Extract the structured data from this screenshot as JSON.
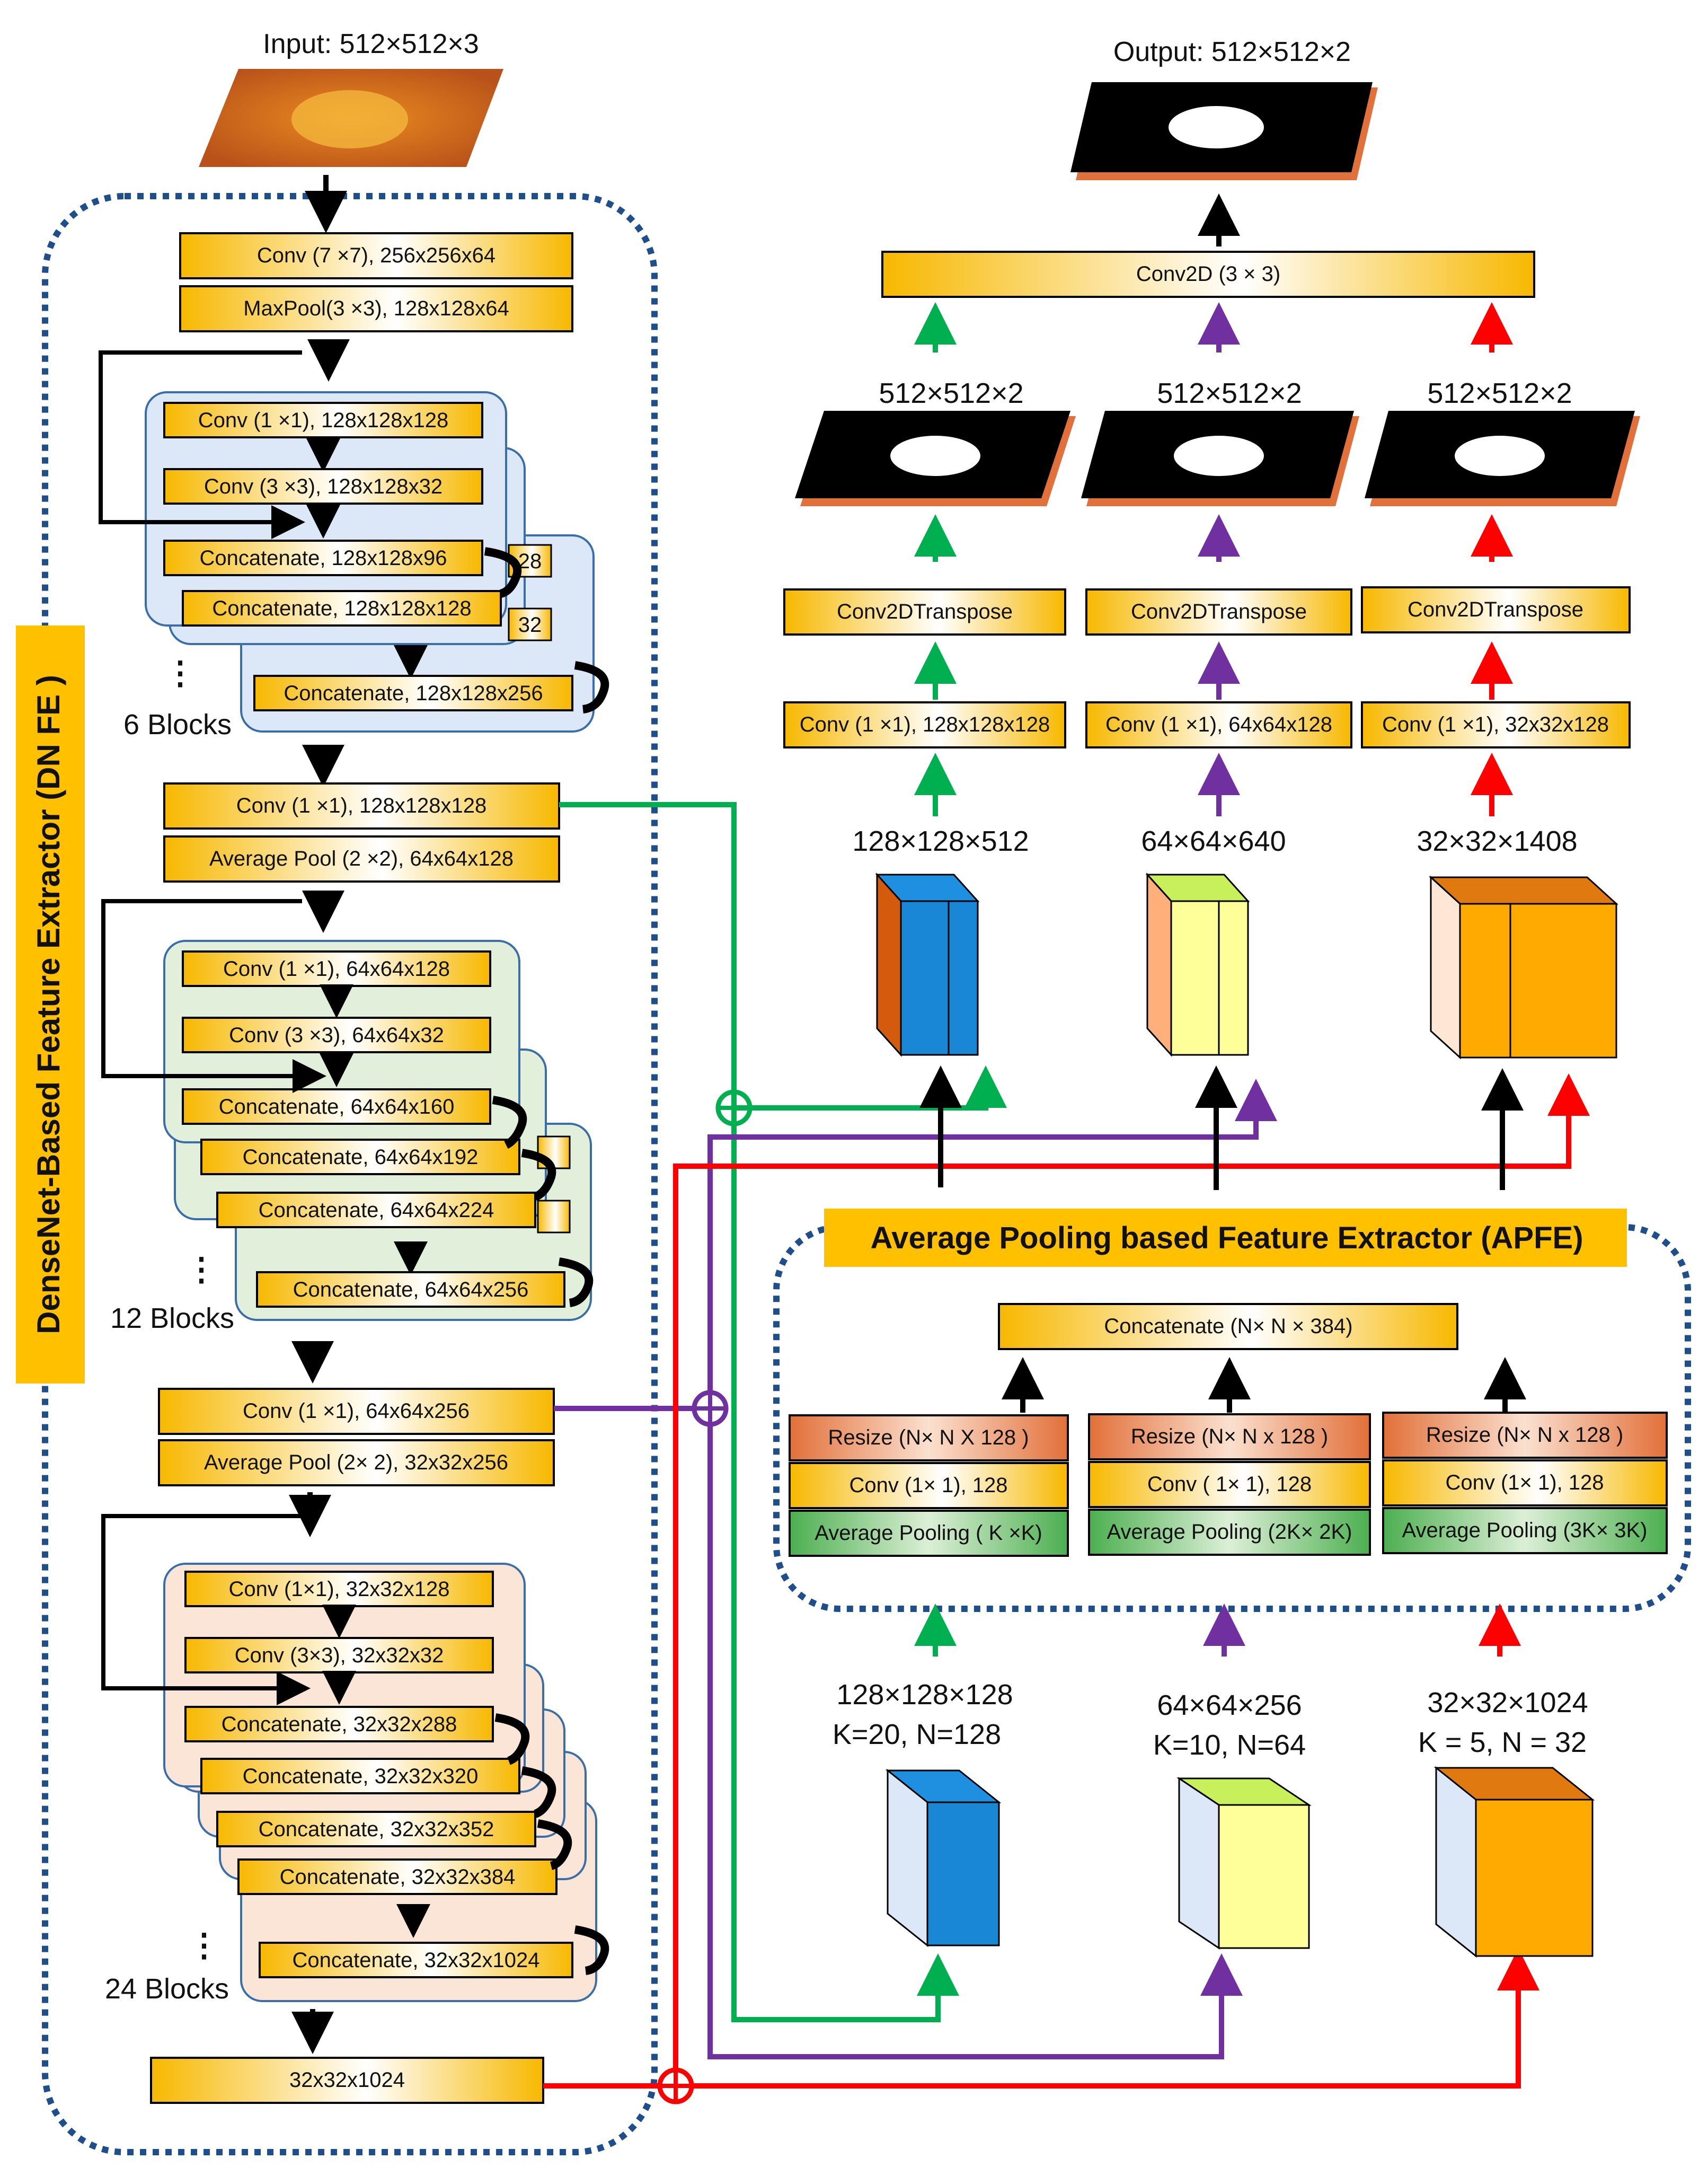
{
  "colors": {
    "gold": "#f7b800",
    "green": "#00b050",
    "purple": "#7030a0",
    "red": "#ff0000",
    "dotted_border": "#1f4e8c",
    "blue_panel": "#dce8f7",
    "green_panel": "#e2efda",
    "peach_panel": "#fbe5d6",
    "label_bg": "#ffc000"
  },
  "input_label": "Input: 512×512×3",
  "output_label": "Output: 512×512×2",
  "dnfe_label": "DenseNet-Based Feature Extractor (DN FE )",
  "apfe_label": "Average Pooling based Feature Extractor (APFE)",
  "encoder": {
    "conv7": "Conv (7 ×7), 256x256x64",
    "maxpool": "MaxPool(3 ×3), 128x128x64",
    "block1": {
      "conv1": "Conv (1 ×1), 128x128x128",
      "conv3": "Conv (3 ×3), 128x128x32",
      "cat1": "Concatenate, 128x128x96",
      "cat2": "Concatenate, 128x128x128",
      "cat_last": "Concatenate, 128x128x256",
      "peek1": "28",
      "peek2": "32",
      "count": "6 Blocks"
    },
    "trans1_conv": "Conv (1 ×1), 128x128x128",
    "trans1_pool": "Average Pool (2 ×2), 64x64x128",
    "block2": {
      "conv1": "Conv (1 ×1), 64x64x128",
      "conv3": "Conv (3 ×3), 64x64x32",
      "cat1": "Concatenate, 64x64x160",
      "cat2": "Concatenate, 64x64x192",
      "cat3": "Concatenate, 64x64x224",
      "cat_last": "Concatenate, 64x64x256",
      "count": "12 Blocks"
    },
    "trans2_conv": "Conv (1 ×1), 64x64x256",
    "trans2_pool": "Average Pool (2× 2), 32x32x256",
    "block3": {
      "conv1": "Conv (1×1), 32x32x128",
      "conv3": "Conv (3×3), 32x32x32",
      "cat1": "Concatenate, 32x32x288",
      "cat2": "Concatenate, 32x32x320",
      "cat3": "Concatenate, 32x32x352",
      "cat4": "Concatenate, 32x32x384",
      "cat_last": "Concatenate, 32x32x1024",
      "count": "24 Blocks"
    },
    "final": "32x32x1024"
  },
  "decoder": {
    "conv2d": "Conv2D (3 × 3)",
    "branches": [
      {
        "out_label": "512×512×2",
        "transpose": "Conv2DTranspose",
        "conv": "Conv (1 ×1), 128x128x128",
        "cube_label": "128×128×512"
      },
      {
        "out_label": "512×512×2",
        "transpose": "Conv2DTranspose",
        "conv": "Conv (1 ×1), 64x64x128",
        "cube_label": "64×64×640"
      },
      {
        "out_label": "512×512×2",
        "transpose": "Conv2DTranspose",
        "conv": "Conv (1 ×1), 32x32x128",
        "cube_label": "32×32×1408"
      }
    ]
  },
  "apfe": {
    "concat": "Concatenate (N× N × 384)",
    "columns": [
      {
        "resize": "Resize (N× N  X 128  )",
        "conv": "Conv (1× 1), 128",
        "pool": "Average Pooling ( K ×K)"
      },
      {
        "resize": "Resize (N× N  x 128  )",
        "conv": "Conv ( 1× 1), 128",
        "pool": "Average Pooling (2K× 2K)"
      },
      {
        "resize": "Resize (N× N  x 128  )",
        "conv": "Conv (1× 1), 128",
        "pool": "Average Pooling (3K× 3K)"
      }
    ],
    "inputs": [
      {
        "dims": "128×128×128",
        "params": "K=20, N=128"
      },
      {
        "dims": "64×64×256",
        "params": "K=10, N=64"
      },
      {
        "dims": "32×32×1024",
        "params": "K = 5, N = 32"
      }
    ]
  }
}
